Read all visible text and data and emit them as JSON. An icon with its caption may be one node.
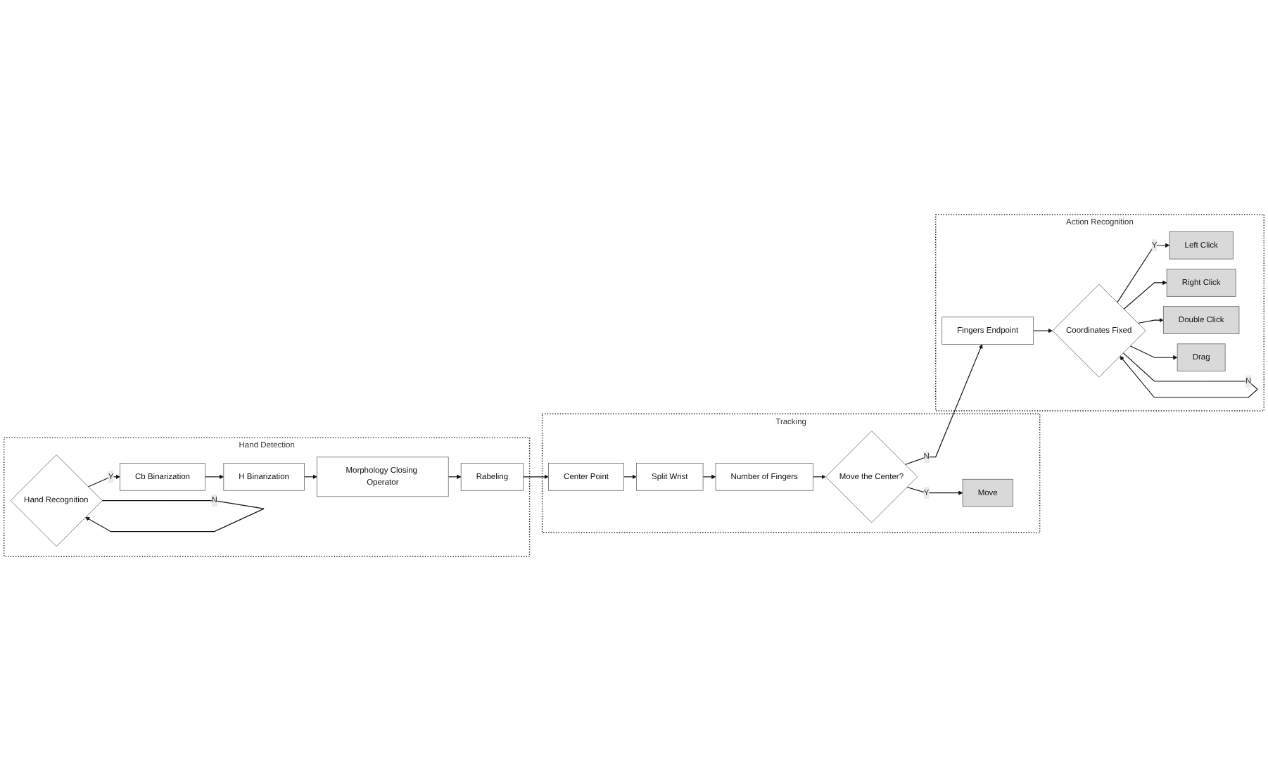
{
  "diagram": {
    "nodes": [
      {
        "text": [
          "Hand Detection"
        ]
      },
      {
        "text": [
          "Hand Recognition"
        ],
        "in": 0
      },
      {
        "text": [
          "Cb Binarization"
        ],
        "in": 0
      },
      {
        "text": [
          "H Binarization"
        ],
        "in": 0
      },
      {
        "text": [
          "Morphology Closing Operator"
        ],
        "in": 0
      },
      {
        "text": [
          "Rabeling"
        ],
        "in": 0
      },
      {
        "text": [
          "Tracking"
        ]
      },
      {
        "text": [
          "Center Point"
        ],
        "in": 6
      },
      {
        "text": [
          "Split Wrist"
        ],
        "in": 6
      },
      {
        "text": [
          "Number of Fingers"
        ],
        "in": 6
      },
      {
        "text": [
          "Move the Center?"
        ],
        "in": 6
      },
      {
        "text": [
          "Move"
        ],
        "in": 6
      },
      {
        "text": [
          "Action Recognition"
        ]
      },
      {
        "text": [
          "Fingers Endpoint"
        ],
        "in": 12
      },
      {
        "text": [
          "Coordinates Fixed"
        ],
        "in": 12
      },
      {
        "text": [
          "Left Click"
        ],
        "in": 12
      },
      {
        "text": [
          "Right Click"
        ],
        "in": 12
      },
      {
        "text": [
          "Double Click"
        ],
        "in": 12
      },
      {
        "text": [
          "Drag"
        ],
        "in": 12
      }
    ],
    "edges": [
      {
        "from": 1,
        "to": 1,
        "arrow": "to",
        "label": "N"
      },
      {
        "from": 1,
        "to": 2,
        "arrow": "to",
        "label": "Y"
      },
      {
        "from": 2,
        "to": 3,
        "arrow": "to"
      },
      {
        "from": 3,
        "to": 4,
        "arrow": "to"
      },
      {
        "from": 4,
        "to": 5,
        "arrow": "to"
      },
      {
        "from": 5,
        "to": 7,
        "arrow": "to"
      },
      {
        "from": 7,
        "to": 8,
        "arrow": "to"
      },
      {
        "from": 8,
        "to": 9,
        "arrow": "to"
      },
      {
        "from": 9,
        "to": 10,
        "arrow": "to"
      },
      {
        "from": 10,
        "to": 11,
        "arrow": "to",
        "label": "Y"
      },
      {
        "from": 10,
        "to": 13,
        "arrow": "to",
        "label": "N"
      },
      {
        "from": 13,
        "to": 14,
        "arrow": "to"
      },
      {
        "from": 14,
        "to": 14,
        "arrow": "to",
        "label": "N"
      },
      {
        "from": 14,
        "to": 15,
        "arrow": "to",
        "label": "Y"
      },
      {
        "from": 14,
        "to": 16,
        "arrow": "to"
      },
      {
        "from": 14,
        "to": 17,
        "arrow": "to"
      },
      {
        "from": 14,
        "to": 18,
        "arrow": "to"
      }
    ]
  }
}
